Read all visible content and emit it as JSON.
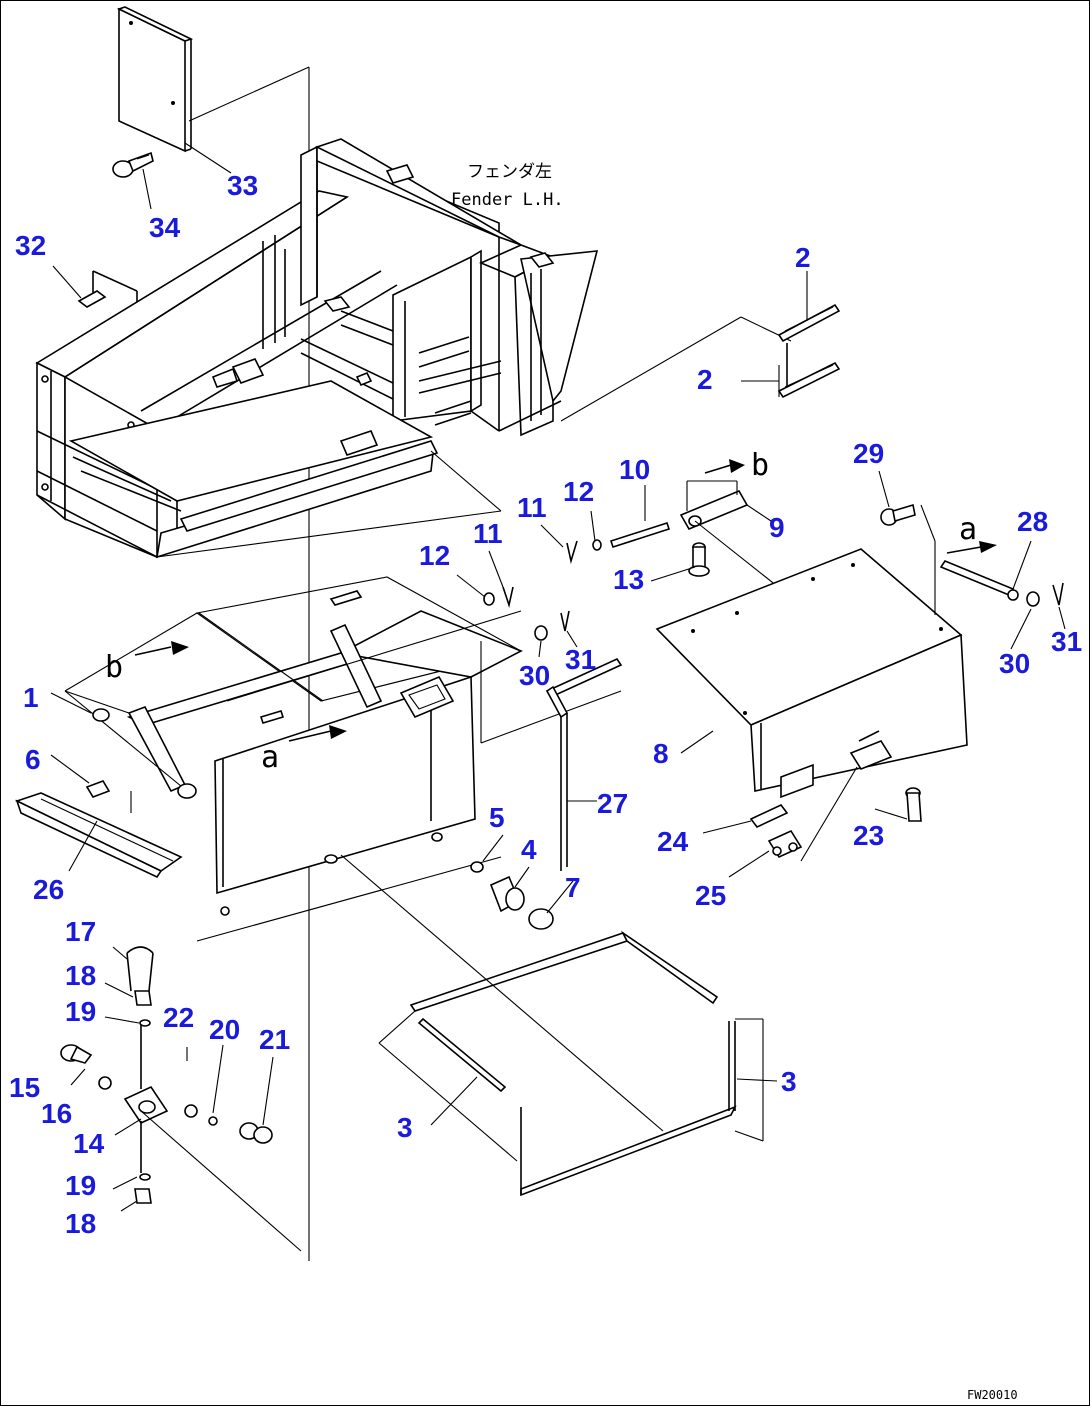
{
  "diagram": {
    "fender_label_jp": "フェンダ左",
    "fender_label_en": "Fender L.H.",
    "drawing_code": "FW20010",
    "callout_a": "a",
    "callout_b": "b",
    "text_color": "#1a1adc",
    "parts": [
      {
        "id": "p1",
        "num": "1"
      },
      {
        "id": "p2a",
        "num": "2"
      },
      {
        "id": "p2b",
        "num": "2"
      },
      {
        "id": "p3a",
        "num": "3"
      },
      {
        "id": "p3b",
        "num": "3"
      },
      {
        "id": "p4",
        "num": "4"
      },
      {
        "id": "p5",
        "num": "5"
      },
      {
        "id": "p6",
        "num": "6"
      },
      {
        "id": "p7",
        "num": "7"
      },
      {
        "id": "p8",
        "num": "8"
      },
      {
        "id": "p9",
        "num": "9"
      },
      {
        "id": "p10",
        "num": "10"
      },
      {
        "id": "p11a",
        "num": "11"
      },
      {
        "id": "p11b",
        "num": "11"
      },
      {
        "id": "p12a",
        "num": "12"
      },
      {
        "id": "p12b",
        "num": "12"
      },
      {
        "id": "p13",
        "num": "13"
      },
      {
        "id": "p14",
        "num": "14"
      },
      {
        "id": "p15",
        "num": "15"
      },
      {
        "id": "p16",
        "num": "16"
      },
      {
        "id": "p17",
        "num": "17"
      },
      {
        "id": "p18a",
        "num": "18"
      },
      {
        "id": "p18b",
        "num": "18"
      },
      {
        "id": "p19a",
        "num": "19"
      },
      {
        "id": "p19b",
        "num": "19"
      },
      {
        "id": "p20",
        "num": "20"
      },
      {
        "id": "p21",
        "num": "21"
      },
      {
        "id": "p22",
        "num": "22"
      },
      {
        "id": "p23",
        "num": "23"
      },
      {
        "id": "p24",
        "num": "24"
      },
      {
        "id": "p25",
        "num": "25"
      },
      {
        "id": "p26",
        "num": "26"
      },
      {
        "id": "p27",
        "num": "27"
      },
      {
        "id": "p28",
        "num": "28"
      },
      {
        "id": "p29",
        "num": "29"
      },
      {
        "id": "p30a",
        "num": "30"
      },
      {
        "id": "p30b",
        "num": "30"
      },
      {
        "id": "p31a",
        "num": "31"
      },
      {
        "id": "p31b",
        "num": "31"
      },
      {
        "id": "p32",
        "num": "32"
      },
      {
        "id": "p33",
        "num": "33"
      },
      {
        "id": "p34",
        "num": "34"
      }
    ]
  }
}
